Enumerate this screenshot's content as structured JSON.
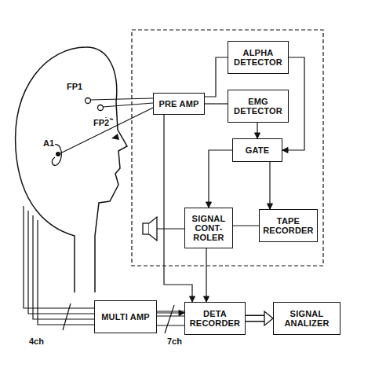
{
  "diagram": {
    "nodes": [
      {
        "text": [
          "PRE AMP"
        ]
      },
      {
        "text": [
          "ALPHA DETECTOR"
        ]
      },
      {
        "text": [
          "EMG DETECTOR"
        ]
      },
      {
        "text": [
          "GATE"
        ]
      },
      {
        "text": [
          "SIGNAL CONT- ROLER"
        ]
      },
      {
        "text": [
          "TAPE RECORDER"
        ]
      },
      {
        "text": [
          "MULTI AMP"
        ]
      },
      {
        "text": [
          "DETA RECORDER"
        ]
      },
      {
        "text": [
          "SIGNAL ANALIZER"
        ]
      }
    ],
    "edges": [
      {
        "from": 0,
        "to": 1,
        "arrow": "none"
      },
      {
        "from": 0,
        "to": 2,
        "arrow": "none"
      },
      {
        "from": 1,
        "to": 3,
        "arrow": "to"
      },
      {
        "from": 2,
        "to": 3,
        "arrow": "to"
      },
      {
        "from": 3,
        "to": 4,
        "arrow": "to"
      },
      {
        "from": 3,
        "to": 5,
        "arrow": "to"
      },
      {
        "from": 4,
        "to": 5,
        "arrow": "none"
      },
      {
        "from": 0,
        "to": 7,
        "arrow": "to"
      },
      {
        "from": 4,
        "to": 7,
        "arrow": "to"
      },
      {
        "from": 6,
        "to": 7,
        "arrow": "to"
      },
      {
        "from": 7,
        "to": 8,
        "arrow": "to"
      }
    ],
    "labels": [
      "FP1",
      "FP2",
      "A1",
      "4ch",
      "7ch"
    ]
  }
}
